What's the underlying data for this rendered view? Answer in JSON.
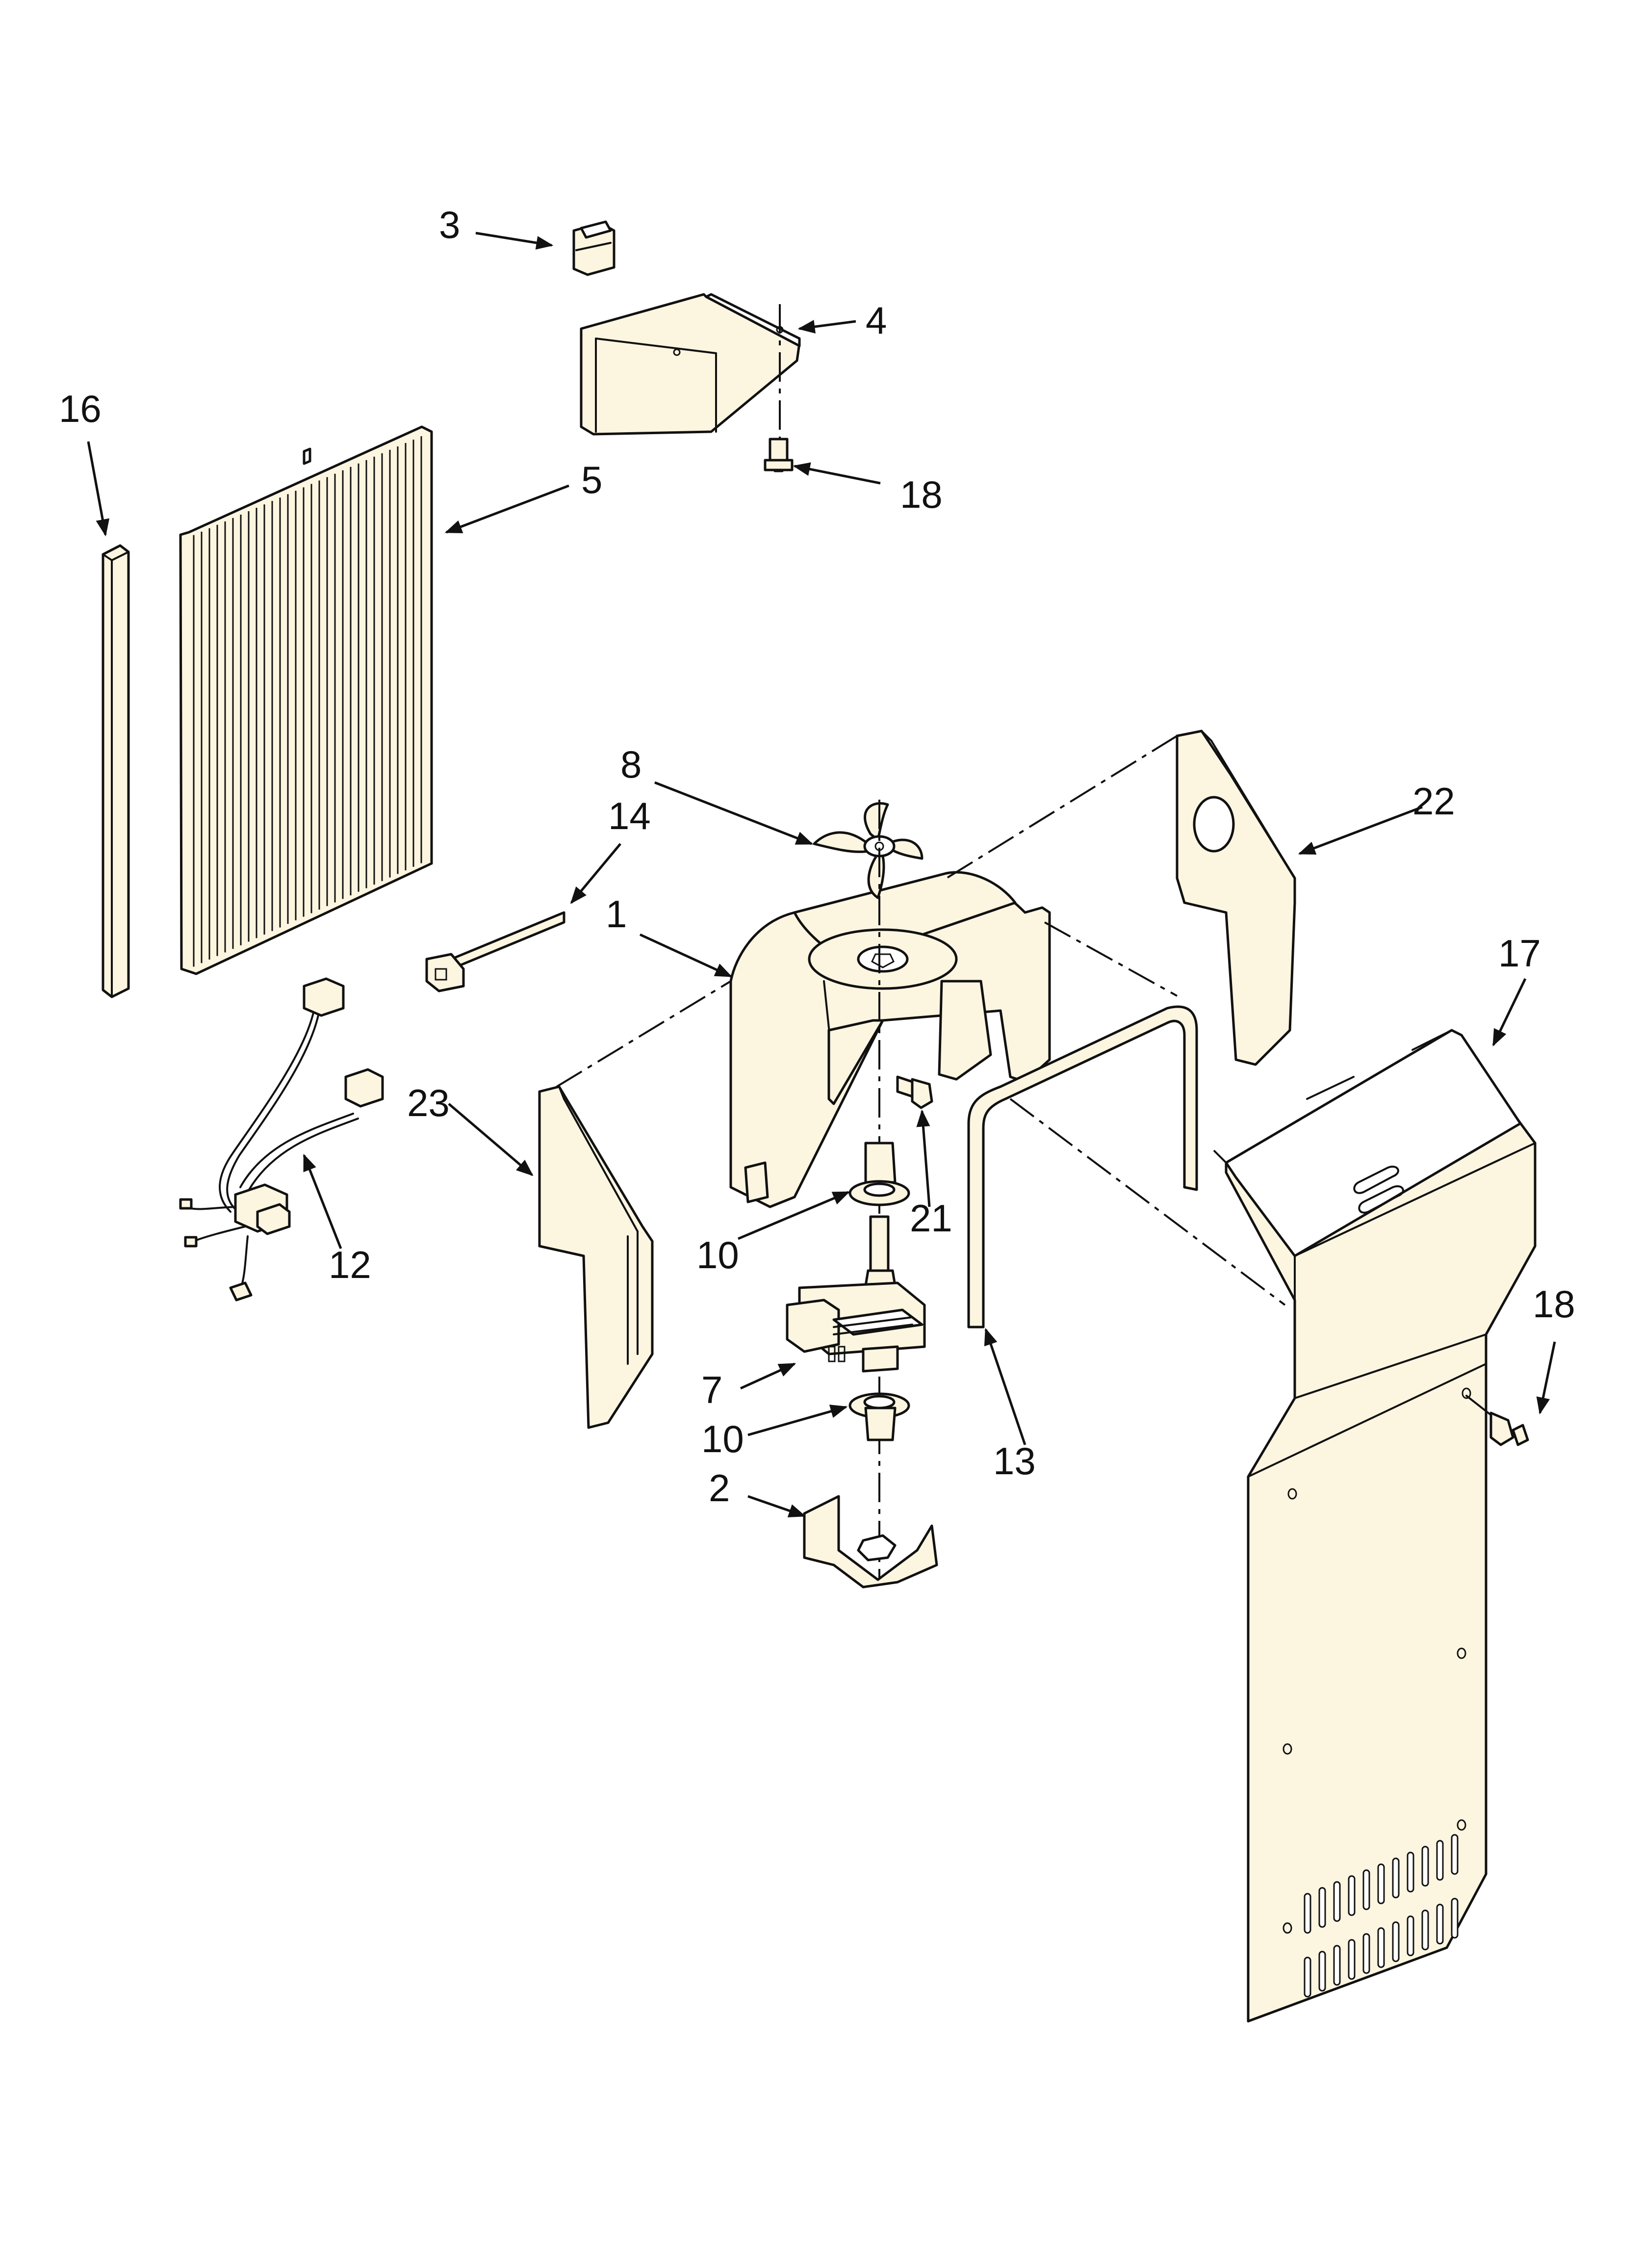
{
  "callouts": {
    "c1": "1",
    "c2": "2",
    "c3": "3",
    "c4": "4",
    "c5": "5",
    "c7": "7",
    "c8": "8",
    "c10a": "10",
    "c10b": "10",
    "c12": "12",
    "c13": "13",
    "c14": "14",
    "c16": "16",
    "c17": "17",
    "c18a": "18",
    "c18b": "18",
    "c21": "21",
    "c22": "22",
    "c23": "23"
  }
}
